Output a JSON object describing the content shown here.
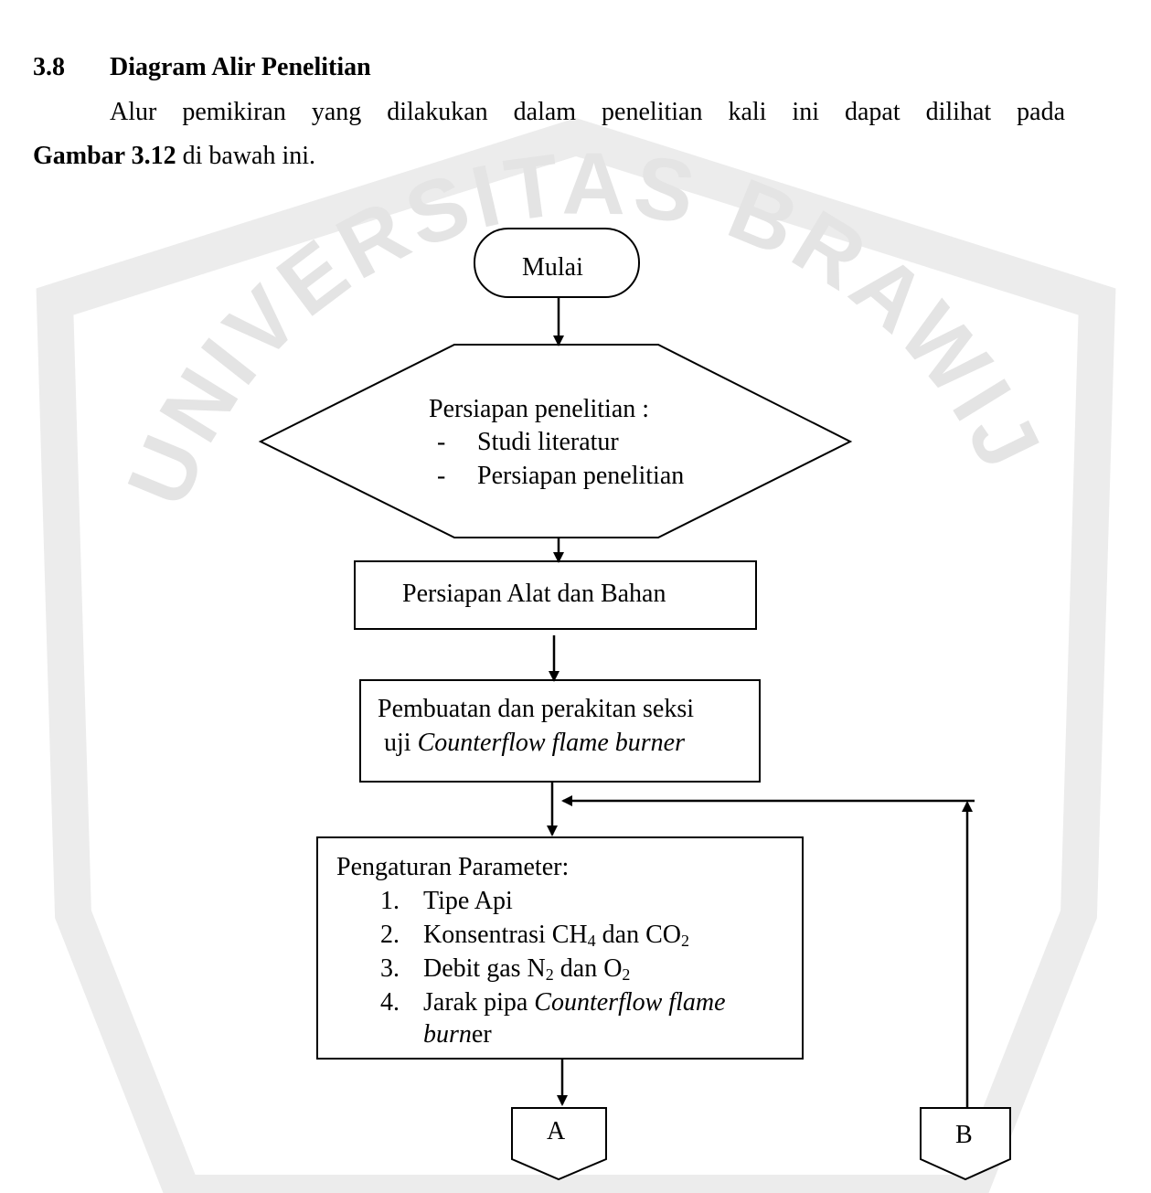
{
  "watermark": {
    "text": "UNIVERSITAS BRAWIJAYA",
    "color": "#e4e4e4"
  },
  "section": {
    "number": "3.8",
    "title": "Diagram Alir Penelitian"
  },
  "paragraph": {
    "line1": "Alur pemikiran yang dilakukan dalam penelitian kali ini dapat dilihat pada",
    "figure_ref": "Gambar 3.12",
    "line2_rest": "di bawah ini."
  },
  "flowchart": {
    "start": "Mulai",
    "prep": {
      "title": "Persiapan penelitian :",
      "bullet": "-",
      "items": [
        "Studi literatur",
        "Persiapan penelitian"
      ]
    },
    "tools": "Persiapan Alat dan Bahan",
    "build": {
      "line1": "Pembuatan dan perakitan seksi",
      "line2_plain": "uji",
      "line2_italic": "Counterflow flame burner"
    },
    "params": {
      "title": "Pengaturan Parameter:",
      "item1": {
        "num": "1.",
        "text": "Tipe Api"
      },
      "item2": {
        "num": "2.",
        "pre": "Konsentrasi CH",
        "sub1": "4",
        "mid": " dan CO",
        "sub2": "2"
      },
      "item3": {
        "num": "3.",
        "pre": "Debit gas N",
        "sub1": "2",
        "mid": " dan O",
        "sub2": "2"
      },
      "item4": {
        "num": "4.",
        "pre": "Jarak pipa ",
        "italic": "Counterflow flame",
        "line2_italic": "burn",
        "line2_rest": "er"
      }
    },
    "connector_a": "A",
    "connector_b": "B"
  }
}
